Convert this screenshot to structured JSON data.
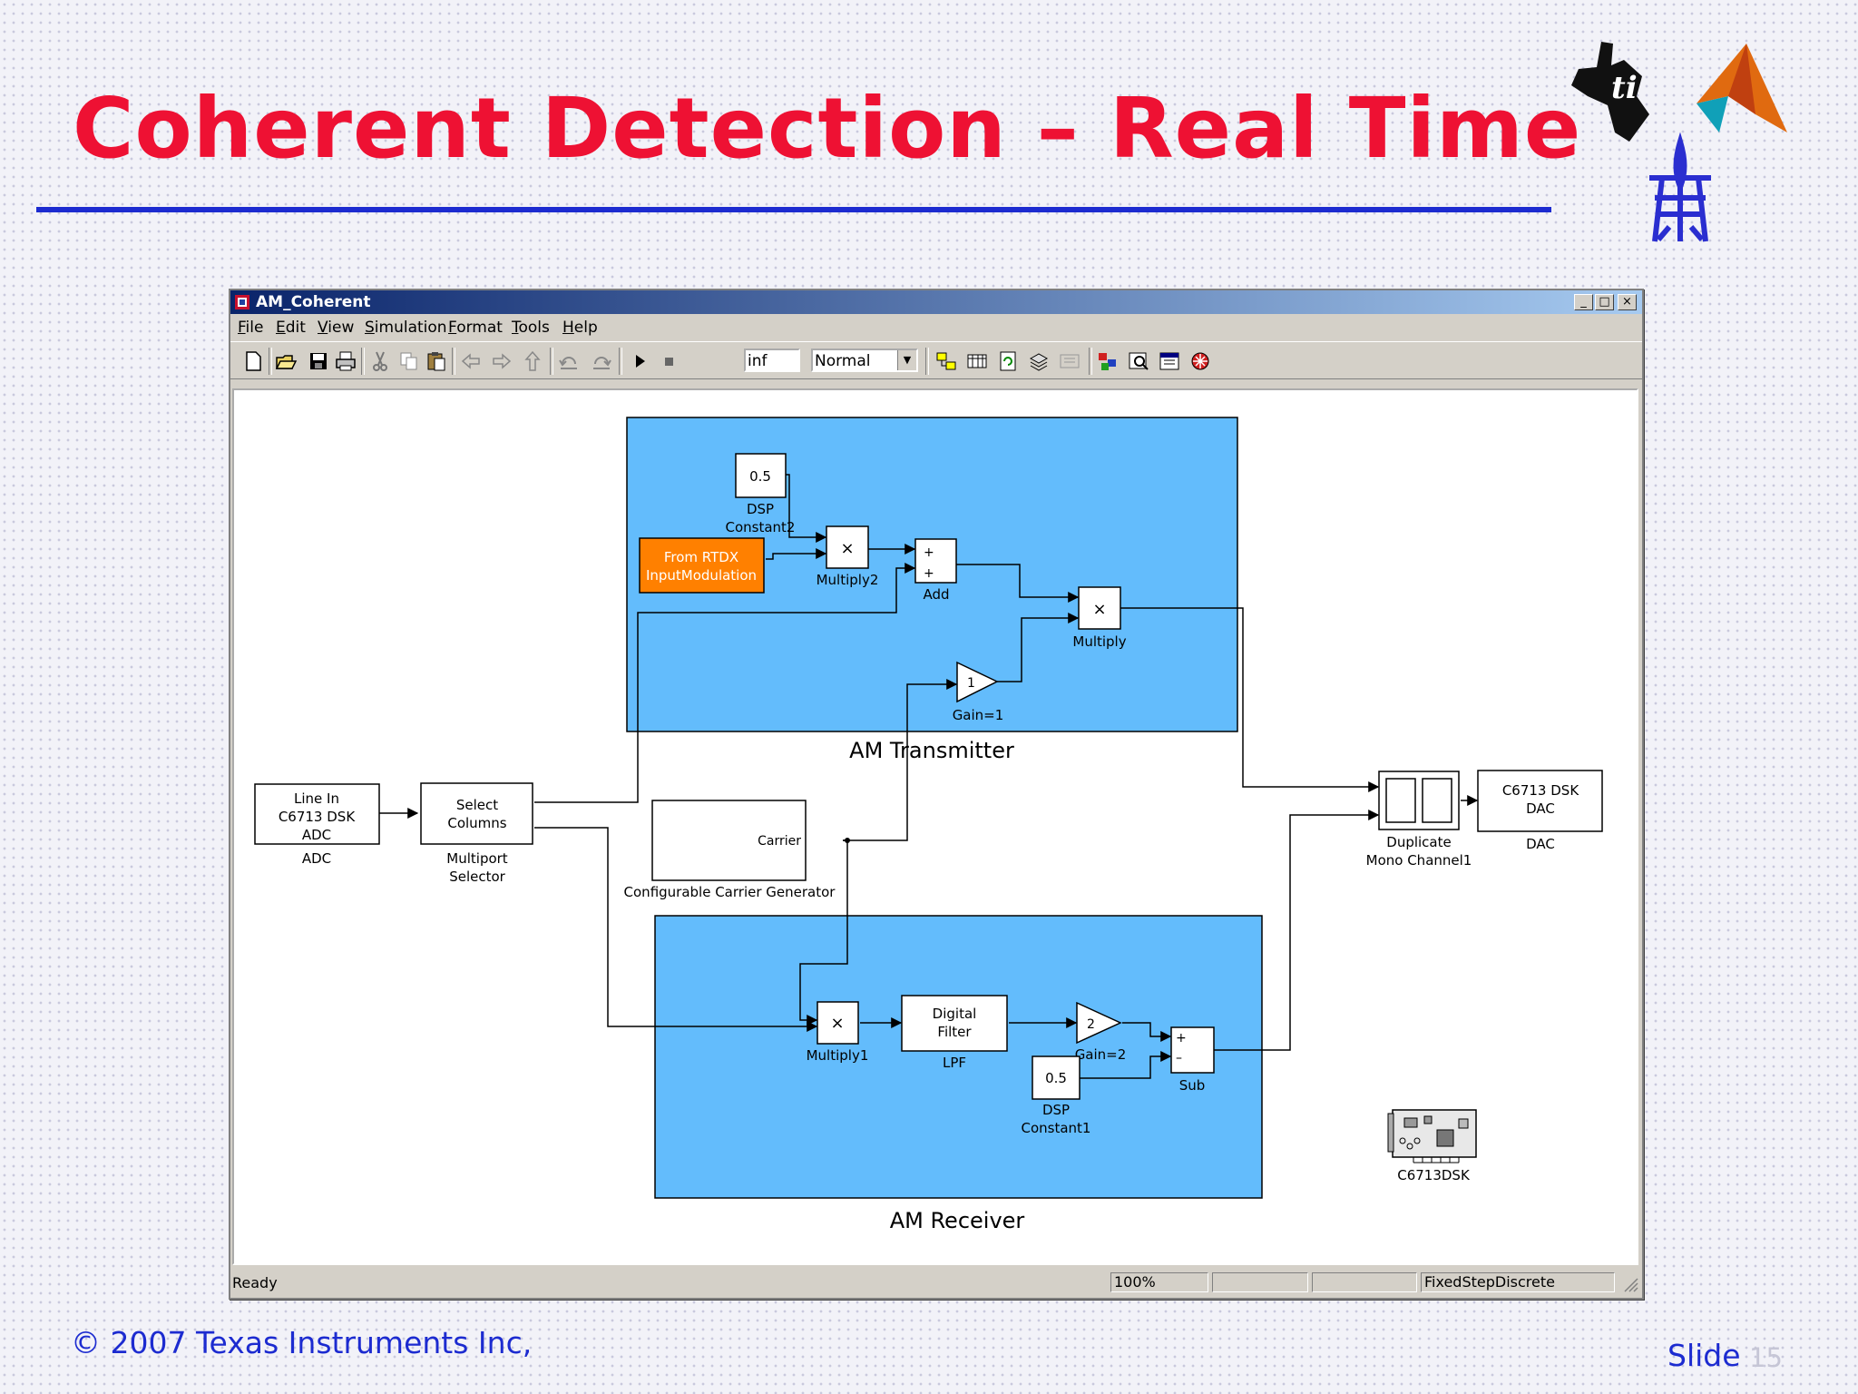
{
  "slide": {
    "title": "Coherent Detection – Real Time",
    "copyright": "© 2007 Texas Instruments Inc,",
    "slide_label": "Slide",
    "slide_number": "15"
  },
  "logos": [
    "texas-instruments-logo",
    "matlab-logo",
    "tel-aviv-university-logo"
  ],
  "window": {
    "title": "AM_Coherent",
    "controls": [
      "_",
      "□",
      "×"
    ],
    "menu": [
      "File",
      "Edit",
      "View",
      "Simulation",
      "Format",
      "Tools",
      "Help"
    ],
    "toolbar": {
      "icons_left": [
        "new-model-icon",
        "open-icon",
        "save-icon",
        "print-icon",
        "cut-icon",
        "copy-icon",
        "paste-icon",
        "back-icon",
        "forward-icon",
        "up-icon",
        "undo-icon",
        "redo-icon",
        "start-simulation-icon",
        "stop-simulation-icon"
      ],
      "stop_time": "inf",
      "mode": "Normal",
      "icons_right": [
        "build-icon",
        "update-diagram-icon",
        "refresh-icon",
        "library-icon",
        "subsystem-icon",
        "library-browser-icon",
        "model-explorer-icon",
        "debugger-icon",
        "profiler-icon"
      ]
    },
    "status": {
      "state": "Ready",
      "zoom": "100%",
      "pane3": "",
      "pane4": "",
      "solver": "FixedStepDiscrete"
    }
  },
  "diagram": {
    "transmitter_label": "AM Transmitter",
    "receiver_label": "AM Receiver",
    "blocks": {
      "adc_text": [
        "Line In",
        "C6713 DSK",
        "ADC"
      ],
      "adc_caption": "ADC",
      "selector_text": [
        "Select",
        "Columns"
      ],
      "selector_caption": [
        "Multiport",
        "Selector"
      ],
      "const2_value": "0.5",
      "const2_caption": [
        "DSP",
        "Constant2"
      ],
      "rtdx_text": [
        "From RTDX",
        "InputModulation"
      ],
      "multiply2_symbol": "×",
      "multiply2_caption": "Multiply2",
      "add_signs": [
        "+",
        "+"
      ],
      "add_caption": "Add",
      "multiply_symbol": "×",
      "multiply_caption": "Multiply",
      "gain1_value": "1",
      "gain1_caption": "Gain=1",
      "carrier_port": "Carrier",
      "carrier_caption": "Configurable Carrier Generator",
      "multiply1_symbol": "×",
      "multiply1_caption": "Multiply1",
      "filter_text": [
        "Digital",
        "Filter"
      ],
      "filter_caption": "LPF",
      "gain2_value": "2",
      "gain2_caption": "Gain=2",
      "const1_value": "0.5",
      "const1_caption": [
        "DSP",
        "Constant1"
      ],
      "sub_signs": [
        "+",
        "–"
      ],
      "sub_caption": "Sub",
      "dup_caption": [
        "Duplicate",
        "Mono Channel1"
      ],
      "dac_text": [
        "C6713 DSK",
        "DAC"
      ],
      "dac_caption": "DAC",
      "board_caption": "C6713DSK"
    }
  },
  "colors": {
    "title_red": "#ee1133",
    "rule_blue": "#1c2bd0",
    "subsystem_blue": "#63bcfc",
    "rtdx_orange": "#ff8000"
  }
}
